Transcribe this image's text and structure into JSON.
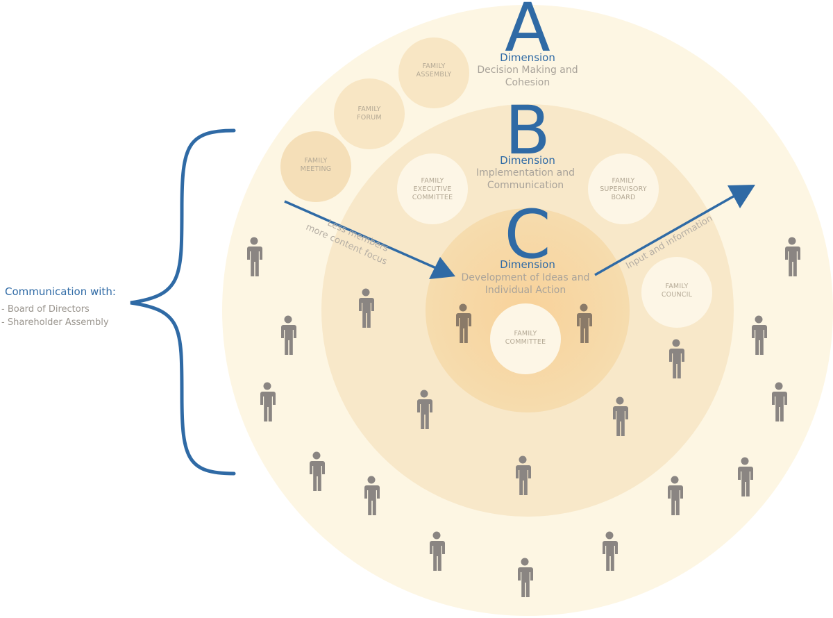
{
  "dimensions": {
    "a": {
      "letter": "A",
      "word": "Dimension",
      "desc_line1": "Decision Making and",
      "desc_line2": "Cohesion"
    },
    "b": {
      "letter": "B",
      "word": "Dimension",
      "desc_line1": "Implementation and",
      "desc_line2": "Communication"
    },
    "c": {
      "letter": "C",
      "word": "Dimension",
      "desc_line1": "Development of Ideas and",
      "desc_line2": "Individual Action"
    }
  },
  "bodies": {
    "family_assembly": {
      "line1": "FAMILY",
      "line2": "ASSEMBLY"
    },
    "family_forum": {
      "line1": "FAMILY",
      "line2": "FORUM"
    },
    "family_meeting": {
      "line1": "FAMILY",
      "line2": "MEETING"
    },
    "family_executive_committee": {
      "line1": "FAMILY",
      "line2": "EXECUTIVE",
      "line3": "COMMITTEE"
    },
    "family_supervisory_board": {
      "line1": "FAMILY",
      "line2": "SUPERVISORY",
      "line3": "BOARD"
    },
    "family_council": {
      "line1": "FAMILY",
      "line2": "COUNCIL"
    },
    "family_committee": {
      "line1": "FAMILY",
      "line2": "COMMITTEE"
    }
  },
  "arrows": {
    "inward": {
      "line1": "Less members",
      "line2": "more content focus"
    },
    "outward": {
      "label": "Input and information"
    }
  },
  "communication": {
    "title": "Communication with:",
    "items": [
      "- Board of Directors",
      "- Shareholder Assembly"
    ]
  },
  "colors": {
    "outer_ring": "#fdf6e3",
    "middle_ring": "#f8e8c9",
    "inner_ring": "#f5d9a8",
    "accent_blue": "#2f6aa5",
    "person_gray": "#8a8582"
  }
}
